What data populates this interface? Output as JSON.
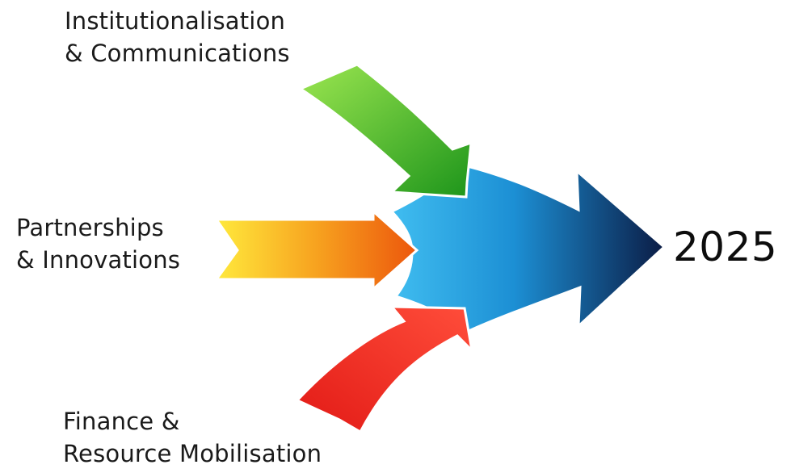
{
  "diagram": {
    "inputs": [
      {
        "id": "institutionalisation",
        "lines": [
          "Institutionalisation",
          "& Communications"
        ],
        "color_light": "#8fe04a",
        "color_dark": "#1f9a1a"
      },
      {
        "id": "partnerships",
        "lines": [
          "Partnerships",
          "& Innovations"
        ],
        "color_light": "#ffe63a",
        "color_dark": "#ee5f0e"
      },
      {
        "id": "finance",
        "lines": [
          "Finance &",
          "Resource Mobilisation"
        ],
        "color_light": "#ff5a4a",
        "color_dark": "#c80f10"
      }
    ],
    "target": {
      "label": "2025",
      "color_light": "#3ab4ea",
      "color_dark": "#0c1f4a"
    },
    "edges": [
      {
        "from": "institutionalisation",
        "to": "target"
      },
      {
        "from": "partnerships",
        "to": "target"
      },
      {
        "from": "finance",
        "to": "target"
      }
    ]
  }
}
